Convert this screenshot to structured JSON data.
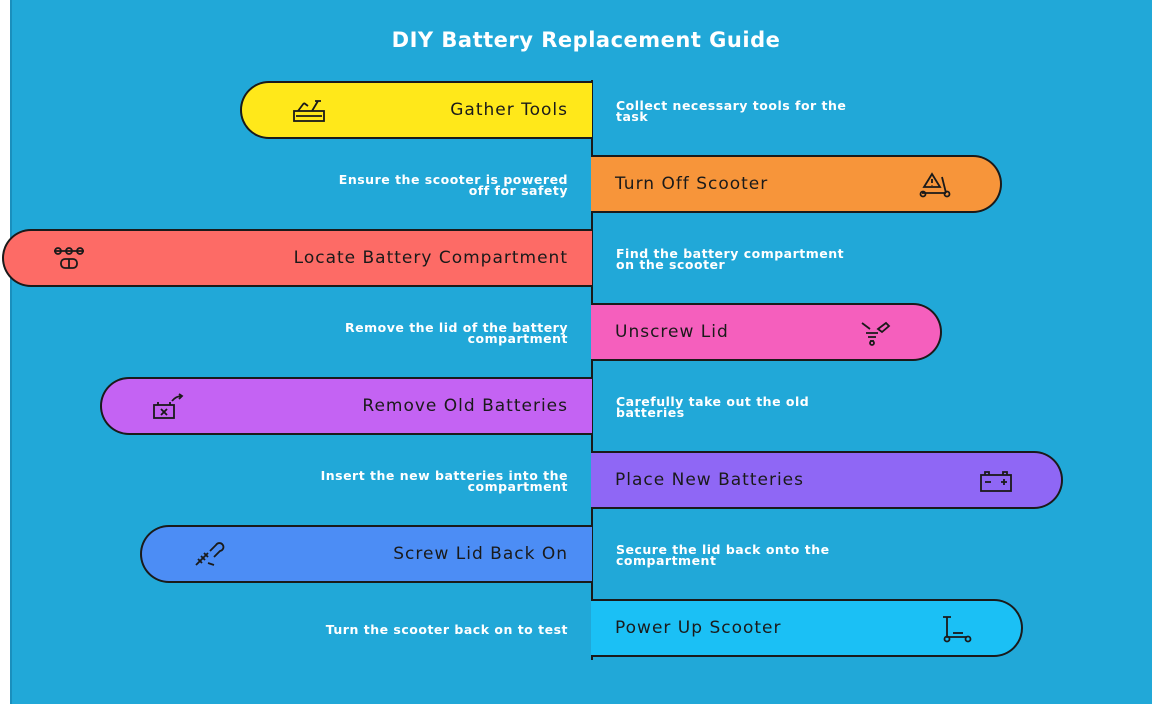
{
  "title": "DIY Battery Replacement Guide",
  "steps": [
    {
      "label": "Gather Tools",
      "desc_line1": "Collect necessary tools for the",
      "desc_line2": "task",
      "color": "#ffe81a",
      "icon": "toolbox-icon"
    },
    {
      "label": "Turn Off Scooter",
      "desc_line1": "Ensure the scooter is powered",
      "desc_line2": "off for safety",
      "color": "#f7953a",
      "icon": "scooter-warning-icon"
    },
    {
      "label": "Locate Battery Compartment",
      "desc_line1": "Find the battery compartment",
      "desc_line2": "on the scooter",
      "color": "#fd6b66",
      "icon": "battery-compartment-icon"
    },
    {
      "label": "Unscrew Lid",
      "desc_line1": "Remove the lid of the battery",
      "desc_line2": "compartment",
      "color": "#f55fbd",
      "icon": "unscrew-icon"
    },
    {
      "label": "Remove Old Batteries",
      "desc_line1": "Carefully take out the old",
      "desc_line2": "batteries",
      "color": "#c463f3",
      "icon": "remove-battery-icon"
    },
    {
      "label": "Place New Batteries",
      "desc_line1": "Insert the new batteries into the",
      "desc_line2": "compartment",
      "color": "#8f67f5",
      "icon": "battery-icon"
    },
    {
      "label": "Screw Lid Back On",
      "desc_line1": "Secure the lid back onto the",
      "desc_line2": "compartment",
      "color": "#4c8df5",
      "icon": "screw-wrench-icon"
    },
    {
      "label": "Power Up Scooter",
      "desc_line1": "Turn the scooter back on to test",
      "desc_line2": "",
      "color": "#1bc0f5",
      "icon": "scooter-icon"
    }
  ]
}
